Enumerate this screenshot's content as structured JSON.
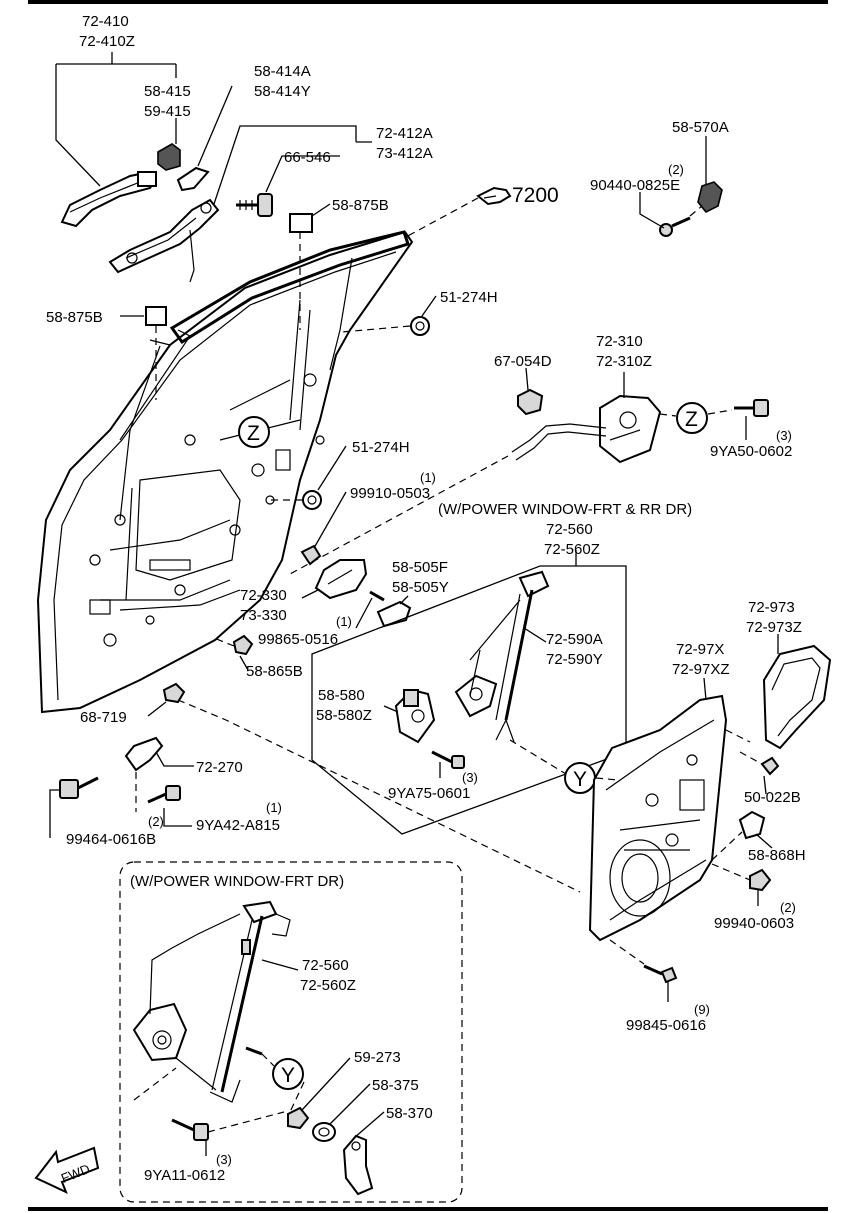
{
  "labels": {
    "p72_410": "72-410",
    "p72_410z": "72-410Z",
    "p58_415": "58-415",
    "p59_415": "59-415",
    "p58_414a": "58-414A",
    "p58_414y": "58-414Y",
    "p72_412a": "72-412A",
    "p73_412a": "73-412A",
    "p66_546": "66-546",
    "p58_875b_top": "58-875B",
    "p7200": "7200",
    "p58_570a": "58-570A",
    "p90440_qty": "(2)",
    "p90440": "90440-0825E",
    "p51_274h_top": "51-274H",
    "p58_875b_left": "58-875B",
    "p67_054d": "67-054D",
    "p72_310": "72-310",
    "p72_310z": "72-310Z",
    "z_marker_right": "Z",
    "z_marker_door": "Z",
    "p9ya50_qty": "(3)",
    "p9ya50": "9YA50-0602",
    "p51_274h_mid": "51-274H",
    "p99910_qty": "(1)",
    "p99910": "99910-0503",
    "note_frt_rr": "(W/POWER WINDOW-FRT & RR DR)",
    "p72_560_a": "72-560",
    "p72_560z_a": "72-560Z",
    "p58_505f": "58-505F",
    "p58_505y": "58-505Y",
    "p72_330": "72-330",
    "p73_330": "73-330",
    "p99865_qty": "(1)",
    "p99865": "99865-0516",
    "p72_590a": "72-590A",
    "p72_590y": "72-590Y",
    "p72_973": "72-973",
    "p72_973z": "72-973Z",
    "p72_97x": "72-97X",
    "p72_97xz": "72-97XZ",
    "p58_865b": "58-865B",
    "p58_580": "58-580",
    "p58_580z": "58-580Z",
    "p68_719": "68-719",
    "p9ya75_qty": "(3)",
    "p9ya75": "9YA75-0601",
    "y_marker_right": "Y",
    "p72_270": "72-270",
    "p50_022b": "50-022B",
    "p99464": "99464-0616B",
    "p9ya42_qty_a": "(2)",
    "p9ya42": "9YA42-A815",
    "p9ya42_qty_b": "(1)",
    "p58_868h": "58-868H",
    "p99940_qty": "(2)",
    "p99940": "99940-0603",
    "note_frt": "(W/POWER WINDOW-FRT DR)",
    "p99845_qty": "(9)",
    "p99845": "99845-0616",
    "p72_560_b": "72-560",
    "p72_560z_b": "72-560Z",
    "p59_273": "59-273",
    "y_marker_inset": "Y",
    "p58_375": "58-375",
    "p58_370": "58-370",
    "p9ya11_qty": "(3)",
    "p9ya11": "9YA11-0612",
    "fwd": "FWD"
  }
}
